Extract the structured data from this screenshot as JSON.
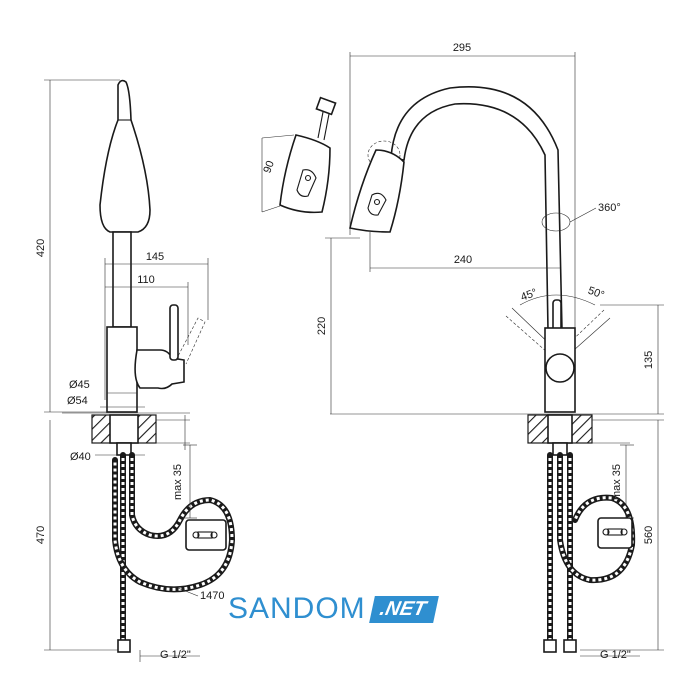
{
  "dimensions": {
    "left_height_total": "420",
    "left_body_width": "145",
    "left_handle_width": "110",
    "left_diam_45": "Ø45",
    "left_diam_54": "Ø54",
    "left_diam_40": "Ø40",
    "left_max_35": "max 35",
    "left_below_height": "470",
    "hose_length": "1470",
    "left_thread": "G 1/2\"",
    "spray_head_length": "90",
    "right_reach": "295",
    "right_rotation": "360°",
    "right_spout_reach": "240",
    "right_spout_height": "220",
    "right_angle_left": "45°",
    "right_angle_right": "50°",
    "right_handle_height": "135",
    "right_max_35": "max 35",
    "right_below_height": "560",
    "right_thread": "G 1/2\""
  },
  "logo": {
    "main": "SANDOM",
    "suffix": ".NET"
  },
  "colors": {
    "brand": "#2f8fd0",
    "line": "#1a1a1a"
  }
}
